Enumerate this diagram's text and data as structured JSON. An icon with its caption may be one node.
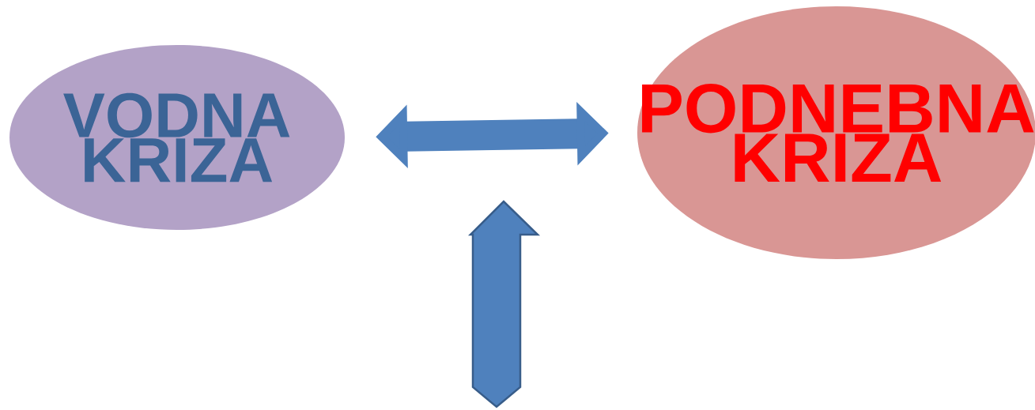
{
  "diagram": {
    "nodes": [
      {
        "text": [
          "VODNA KRIZA"
        ]
      },
      {
        "text": [
          "PODNEBNA KRIZA"
        ]
      }
    ],
    "edges": [
      {
        "from": 0,
        "to": 1,
        "arrow": "both"
      }
    ]
  }
}
